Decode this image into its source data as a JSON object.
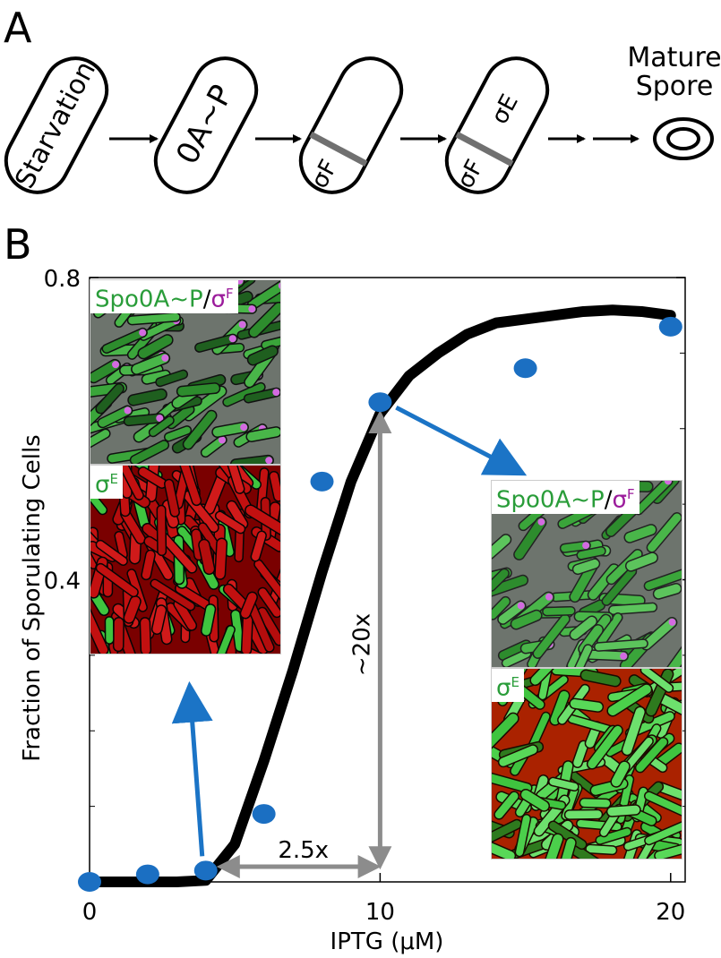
{
  "panel_a": {
    "letter": "A",
    "steps": [
      "Starvation",
      "0A~P",
      "σF",
      "σE",
      "σF"
    ],
    "final_label_line1": "Mature",
    "final_label_line2": "Spore"
  },
  "panel_b": {
    "letter": "B",
    "inset_top_left": {
      "label_a": "Spo0A~P",
      "slash": "/",
      "label_b": "σ",
      "label_b_sup": "F"
    },
    "inset_bottom_left": {
      "label": "σ",
      "label_sup": "E"
    },
    "inset_top_right": {
      "label_a": "Spo0A~P",
      "slash": "/",
      "label_b": "σ",
      "label_b_sup": "F"
    },
    "inset_bottom_right": {
      "label": "σ",
      "label_sup": "E"
    },
    "annotation_fold_horizontal": "2.5x",
    "annotation_fold_vertical": "~20x"
  },
  "chart_data": {
    "type": "line",
    "xlabel": "IPTG (μM)",
    "ylabel": "Fraction of Sporulating Cells",
    "xlim": [
      0,
      20.5
    ],
    "ylim": [
      0,
      0.8
    ],
    "xticks": [
      0,
      10,
      20
    ],
    "yticks": [
      0.4,
      0.8
    ],
    "ytick_labels": [
      "0.4",
      "0.8"
    ],
    "xtick_labels": [
      "0",
      "10",
      "20"
    ],
    "series": [
      {
        "kind": "line",
        "color": "#000000",
        "x": [
          0,
          1,
          2,
          3,
          4,
          5,
          6,
          7,
          8,
          9,
          10,
          11,
          12,
          13,
          14,
          15,
          16,
          17,
          18,
          19,
          20
        ],
        "y": [
          0.0,
          0.0,
          0.0,
          0.0,
          0.002,
          0.05,
          0.16,
          0.28,
          0.41,
          0.53,
          0.62,
          0.67,
          0.7,
          0.725,
          0.74,
          0.745,
          0.75,
          0.755,
          0.757,
          0.755,
          0.75
        ]
      },
      {
        "kind": "scatter",
        "color": "#1b6fc2",
        "x": [
          0,
          2,
          4,
          6,
          8,
          10,
          15,
          20
        ],
        "y": [
          0.0,
          0.01,
          0.015,
          0.09,
          0.53,
          0.635,
          0.68,
          0.735
        ]
      }
    ],
    "colors": {
      "gray_arrow": "#8c8c8c",
      "blue_arrow": "#1b74c6",
      "bar": "#707070"
    }
  }
}
